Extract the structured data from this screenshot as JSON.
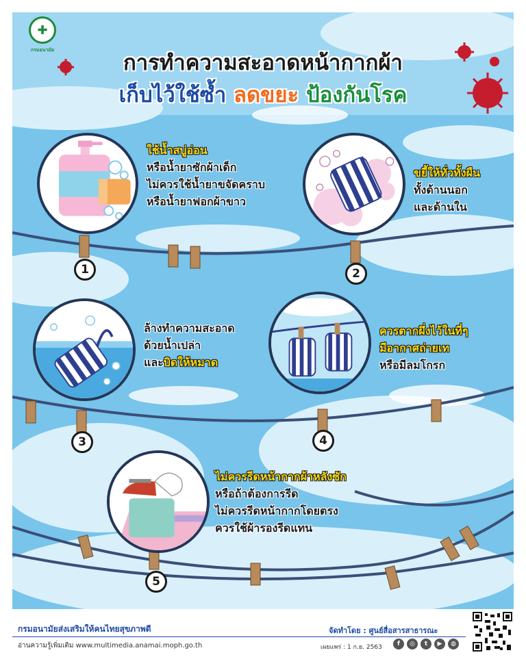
{
  "logo": {
    "org_short": "กรมอนามัย"
  },
  "title": {
    "line1": "การทำความสะอาดหน้ากากผ้า",
    "line2_part1": "เก็บไว้ใช้ซ้ำ",
    "line2_part2": "ลดขยะ",
    "line2_part3": "ป้องกันโรค"
  },
  "steps": [
    {
      "number": "1",
      "highlight": "ใช้น้ำสบู่อ่อน",
      "lines": [
        "หรือน้ำยาซักผ้าเด็ก",
        "ไม่ควรใช้น้ำยาขจัดคราบ",
        "หรือน้ำยาฟอกผ้าขาว"
      ]
    },
    {
      "number": "2",
      "highlight": "ขยี้ให้ทั่วทั้งผืน",
      "lines": [
        "ทั้งด้านนอก",
        "และด้านใน"
      ]
    },
    {
      "number": "3",
      "highlight": "",
      "lines": [
        "ล้างทำความสะอาด",
        "ด้วยน้ำเปล่า"
      ],
      "last_plain": "และ",
      "last_hl": "บิดให้หมาด"
    },
    {
      "number": "4",
      "highlight": "ควรตากผึ่งไว้ในที่ๆ",
      "highlight2": "มีอากาศถ่ายเท",
      "lines": [
        "หรือมีลมโกรก"
      ]
    },
    {
      "number": "5",
      "highlight": "ไม่ควรรีดหน้ากากผ้าหลังซัก",
      "lines": [
        "หรือถ้าต้องการรีด",
        "ไม่ควรรีดหน้ากากโดยตรง",
        "ควรใช้ผ้ารองรีดแทน"
      ]
    }
  ],
  "footer": {
    "org": "กรมอนามัยส่งเสริมให้คนไทยสุขภาพดี",
    "more_info": "อ่านความรู้เพิ่มเติม www.multimedia.anamai.moph.go.th",
    "by": "จัดทำโดย : ศูนย์สื่อสารสาธารณะ",
    "published": "เผยแพร่ : 1 ก.ย. 2563"
  },
  "icons": [
    "facebook-icon",
    "line-icon",
    "twitter-icon",
    "youtube-icon",
    "dribbble-icon",
    "qr-code-icon"
  ],
  "colors": {
    "sky": "#9fd6f2",
    "navy": "#243656",
    "highlight": "#f7d813",
    "blue": "#1e4aa3",
    "orange": "#f26b1d",
    "green": "#1a8f3c"
  }
}
